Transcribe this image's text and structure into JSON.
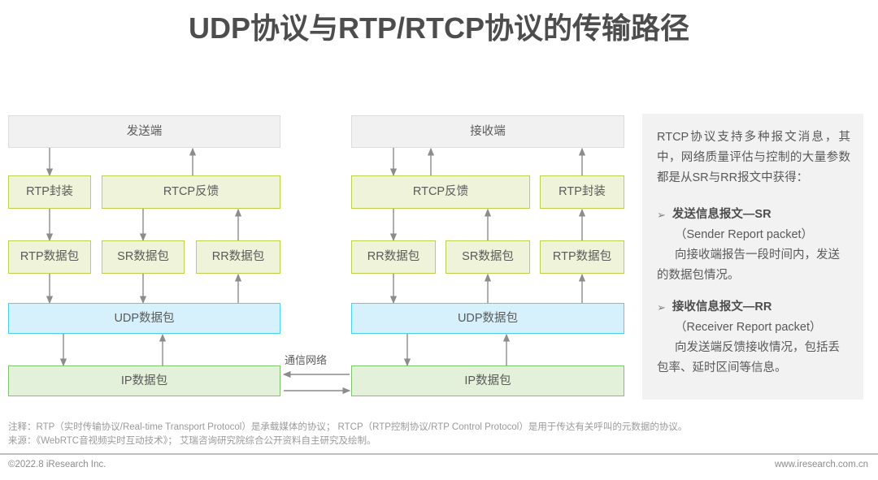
{
  "page": {
    "title": "UDP协议与RTP/RTCP协议的传输路径"
  },
  "diagram": {
    "sender": {
      "header": "发送端",
      "encap_rtp": "RTP封装",
      "rtcp_feedback": "RTCP反馈",
      "packet_rtp": "RTP数据包",
      "packet_sr": "SR数据包",
      "packet_rr": "RR数据包",
      "udp": "UDP数据包",
      "ip": "IP数据包"
    },
    "receiver": {
      "header": "接收端",
      "rtcp_feedback": "RTCP反馈",
      "encap_rtp": "RTP封装",
      "packet_rr": "RR数据包",
      "packet_sr": "SR数据包",
      "packet_rtp": "RTP数据包",
      "udp": "UDP数据包",
      "ip": "IP数据包"
    },
    "network_label": "通信网络",
    "colors": {
      "header_fill": "#f1f1f1",
      "header_border": "#dcdcdc",
      "olive_fill": "#eef3d9",
      "olive_border": "#bfd04f",
      "cyan_fill": "#d6f1fb",
      "cyan_border": "#4dd0ee",
      "green_fill": "#e3f0da",
      "green_border": "#7fc36d",
      "arrow": "#8c8c8c"
    }
  },
  "info_panel": {
    "intro": "RTCP协议支持多种报文消息，其中，网络质量评估与控制的大量参数都是从SR与RR报文中获得：",
    "bullets": [
      {
        "marker": "➢",
        "title": "发送信息报文—SR",
        "subtitle": "（Sender Report packet）",
        "body": "向接收端报告一段时间内，发送的数据包情况。"
      },
      {
        "marker": "➢",
        "title": "接收信息报文—RR",
        "subtitle": "（Receiver Report packet）",
        "body": "向发送端反馈接收情况，包括丢包率、延时区间等信息。"
      }
    ]
  },
  "notes": {
    "line1": "注释：RTP（实时传输协议/Real-time Transport Protocol）是承载媒体的协议； RTCP（RTP控制协议/RTP Control Protocol）是用于传达有关呼叫的元数据的协议。",
    "line2": "来源：《WebRTC音视频实时互动技术》； 艾瑞咨询研究院综合公开资料自主研究及绘制。"
  },
  "footer": {
    "copyright": "©2022.8 iResearch Inc.",
    "website": "www.iresearch.com.cn"
  }
}
